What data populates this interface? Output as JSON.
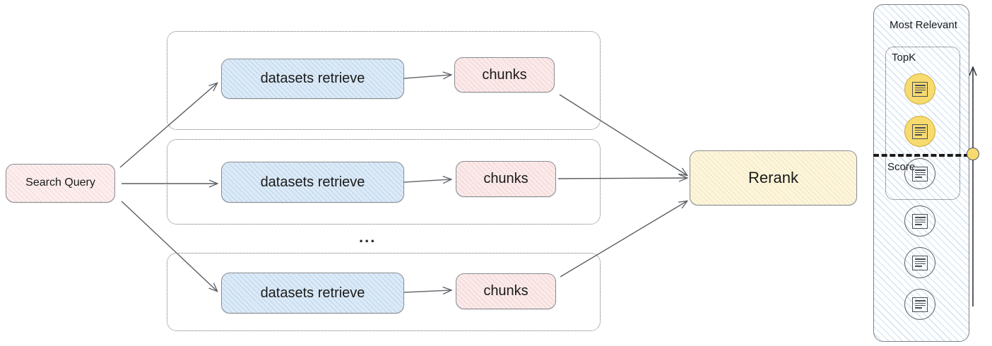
{
  "diagram": {
    "title": "Multi-dataset retrieval and rerank pipeline",
    "colors": {
      "search_fill": "#fdeeee",
      "retrieve_fill": "#dceaf7",
      "chunks_fill": "#fbeaea",
      "rerank_fill": "#fdf6dc",
      "panel_hatch": "#96bee1",
      "highlight_circle": "#f7db6e",
      "stroke": "#8a8d93"
    },
    "search_query": {
      "label": "Search Query"
    },
    "branches": [
      {
        "retrieve_label": "datasets retrieve",
        "chunks_label": "chunks"
      },
      {
        "retrieve_label": "datasets retrieve",
        "chunks_label": "chunks"
      },
      {
        "retrieve_label": "datasets retrieve",
        "chunks_label": "chunks"
      }
    ],
    "ellipsis": "...",
    "rerank": {
      "label": "Rerank"
    },
    "results_panel": {
      "title": "Most Relevant",
      "topk_label": "TopK",
      "score_label": "Score",
      "documents": [
        {
          "highlighted": true,
          "in_topk": true
        },
        {
          "highlighted": true,
          "in_topk": true
        },
        {
          "highlighted": false,
          "in_topk": true
        },
        {
          "highlighted": false,
          "in_topk": false
        },
        {
          "highlighted": false,
          "in_topk": false
        },
        {
          "highlighted": false,
          "in_topk": false
        }
      ],
      "axis_direction": "up"
    }
  }
}
